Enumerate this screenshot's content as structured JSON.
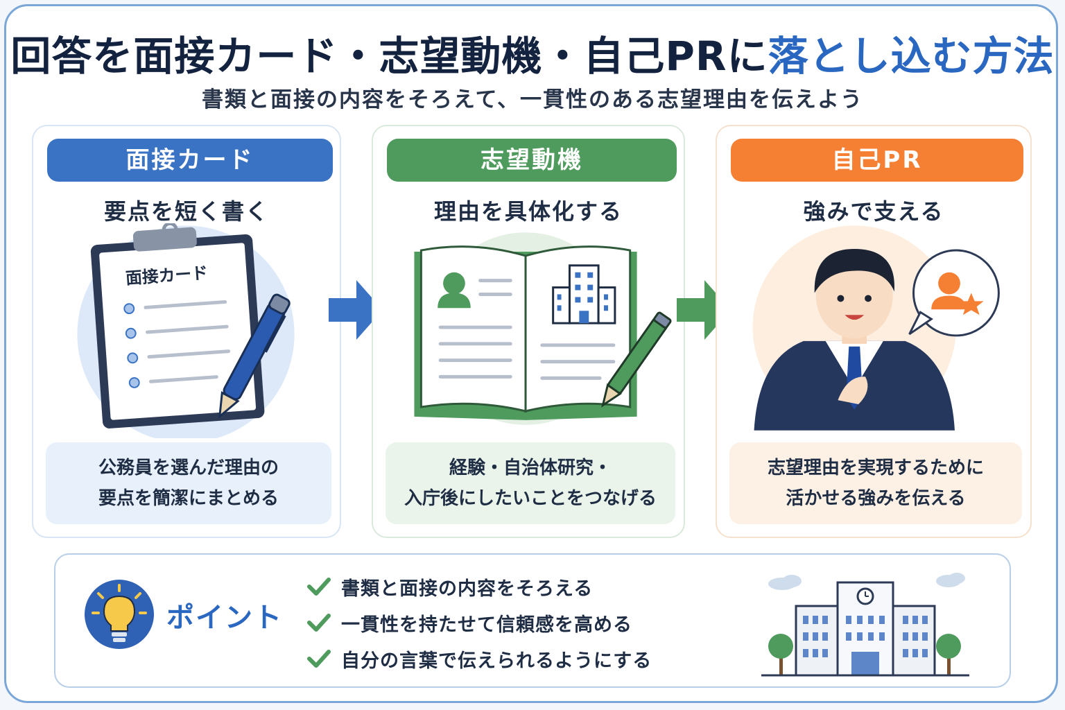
{
  "title": {
    "main": "回答を面接カード・志望動機・自己PRに",
    "accent": "落とし込む方法"
  },
  "subtitle": "書類と面接の内容をそろえて、一貫性のある志望理由を伝えよう",
  "cards": [
    {
      "header": "面接カード",
      "subhead": "要点を短く書く",
      "clipboard_label": "面接カード",
      "note_lines": [
        "公務員を選んだ理由の",
        "要点を簡潔にまとめる"
      ]
    },
    {
      "header": "志望動機",
      "subhead": "理由を具体化する",
      "note_lines": [
        "経験・自治体研究・",
        "入庁後にしたいことをつなげる"
      ]
    },
    {
      "header": "自己PR",
      "subhead": "強みで支える",
      "note_lines": [
        "志望理由を実現するために",
        "活かせる強みを伝える"
      ]
    }
  ],
  "point": {
    "label": "ポイント",
    "items": [
      "書類と面接の内容をそろえる",
      "一貫性を持たせて信頼感を高める",
      "自分の言葉で伝えられるようにする"
    ]
  },
  "colors": {
    "blue": "#3b73c4",
    "green": "#4f9a5d",
    "orange": "#f57f33",
    "navy": "#13233f",
    "accent_title": "#2a67c0"
  },
  "icons": [
    "clipboard-icon",
    "pen-icon",
    "open-book-icon",
    "pencil-icon",
    "person-icon",
    "building-icon",
    "businessman-icon",
    "speech-bubble-icon",
    "star-icon",
    "lightbulb-icon",
    "check-icon",
    "school-building-icon",
    "arrow-right-icon"
  ]
}
